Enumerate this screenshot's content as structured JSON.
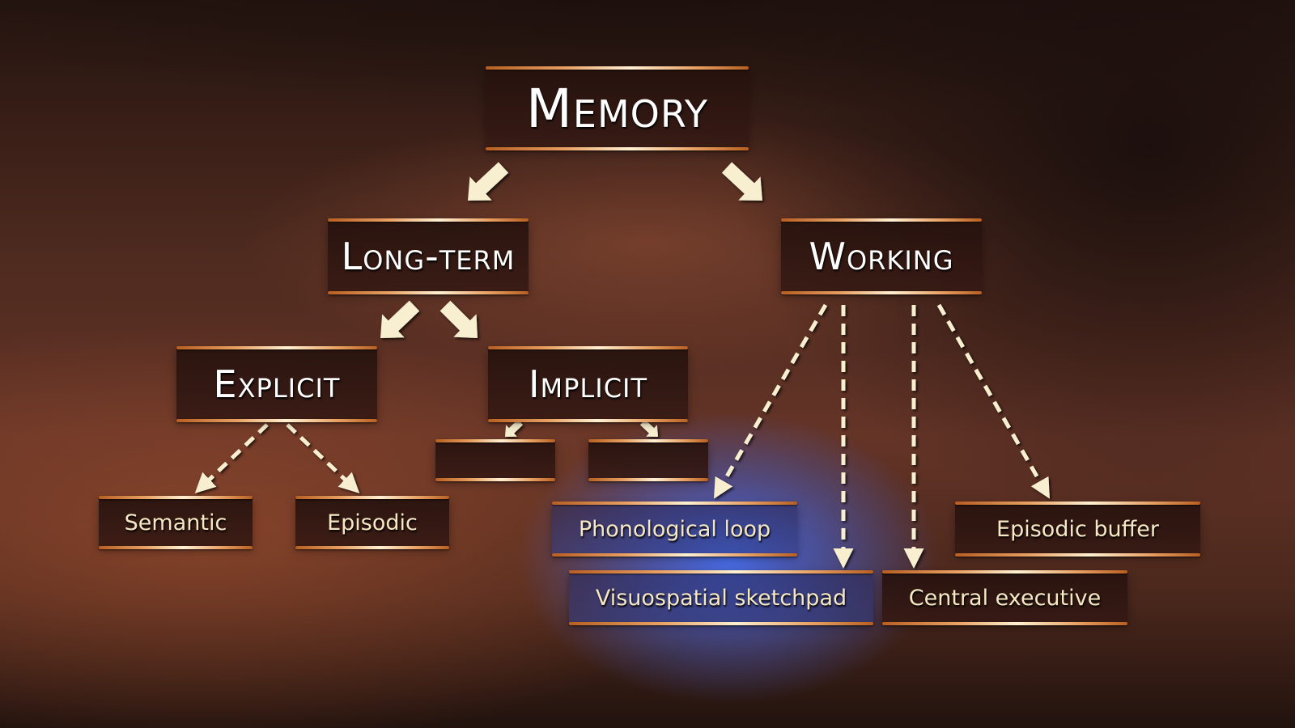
{
  "diagram": {
    "root": {
      "label": "Memory"
    },
    "level1": [
      {
        "id": "long-term",
        "label": "Long-term"
      },
      {
        "id": "working",
        "label": "Working"
      }
    ],
    "long_term_children": [
      {
        "id": "explicit",
        "label": "Explicit"
      },
      {
        "id": "implicit",
        "label": "Implicit"
      }
    ],
    "explicit_children": [
      {
        "id": "semantic",
        "label": "Semantic"
      },
      {
        "id": "episodic",
        "label": "Episodic"
      }
    ],
    "implicit_children": [
      {
        "id": "implicit-blank-1",
        "label": ""
      },
      {
        "id": "implicit-blank-2",
        "label": ""
      }
    ],
    "working_children": [
      {
        "id": "phonological-loop",
        "label": "Phonological loop"
      },
      {
        "id": "visuospatial-sketchpad",
        "label": "Visuospatial sketchpad"
      },
      {
        "id": "central-executive",
        "label": "Central executive"
      },
      {
        "id": "episodic-buffer",
        "label": "Episodic buffer"
      }
    ],
    "edges": [
      {
        "from": "Memory",
        "to": "Long-term",
        "style": "solid-arrow"
      },
      {
        "from": "Memory",
        "to": "Working",
        "style": "solid-arrow"
      },
      {
        "from": "Long-term",
        "to": "Explicit",
        "style": "solid-arrow"
      },
      {
        "from": "Long-term",
        "to": "Implicit",
        "style": "solid-arrow"
      },
      {
        "from": "Explicit",
        "to": "Semantic",
        "style": "dashed-arrow"
      },
      {
        "from": "Explicit",
        "to": "Episodic",
        "style": "dashed-arrow"
      },
      {
        "from": "Implicit",
        "to": "implicit-blank-1",
        "style": "solid-arrow"
      },
      {
        "from": "Implicit",
        "to": "implicit-blank-2",
        "style": "solid-arrow"
      },
      {
        "from": "Working",
        "to": "Phonological loop",
        "style": "dashed-arrow"
      },
      {
        "from": "Working",
        "to": "Visuospatial sketchpad",
        "style": "dashed-arrow"
      },
      {
        "from": "Working",
        "to": "Central executive",
        "style": "dashed-arrow"
      },
      {
        "from": "Working",
        "to": "Episodic buffer",
        "style": "dashed-arrow"
      }
    ]
  },
  "colors": {
    "arrow": "#f7efcf",
    "title_text": "#ffffff",
    "leaf_text": "#f6e8c4",
    "bar_copper": "#e8a062",
    "highlight_glow": "#4a6ef0"
  }
}
